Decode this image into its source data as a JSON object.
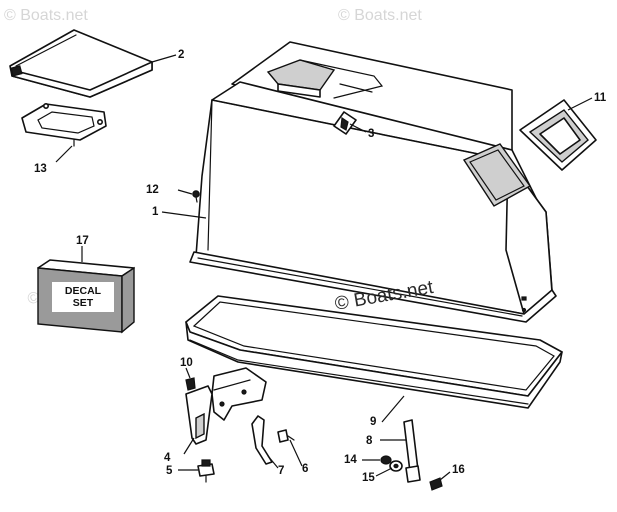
{
  "callouts": {
    "c1": "1",
    "c2": "2",
    "c3": "3",
    "c4": "4",
    "c5": "5",
    "c6": "6",
    "c7": "7",
    "c8": "8",
    "c9": "9",
    "c10": "10",
    "c11": "11",
    "c12": "12",
    "c13": "13",
    "c14": "14",
    "c15": "15",
    "c16": "16",
    "c17": "17"
  },
  "decal": {
    "line1": "DECAL",
    "line2": "SET"
  },
  "watermark": {
    "text": "© Boats.net"
  }
}
